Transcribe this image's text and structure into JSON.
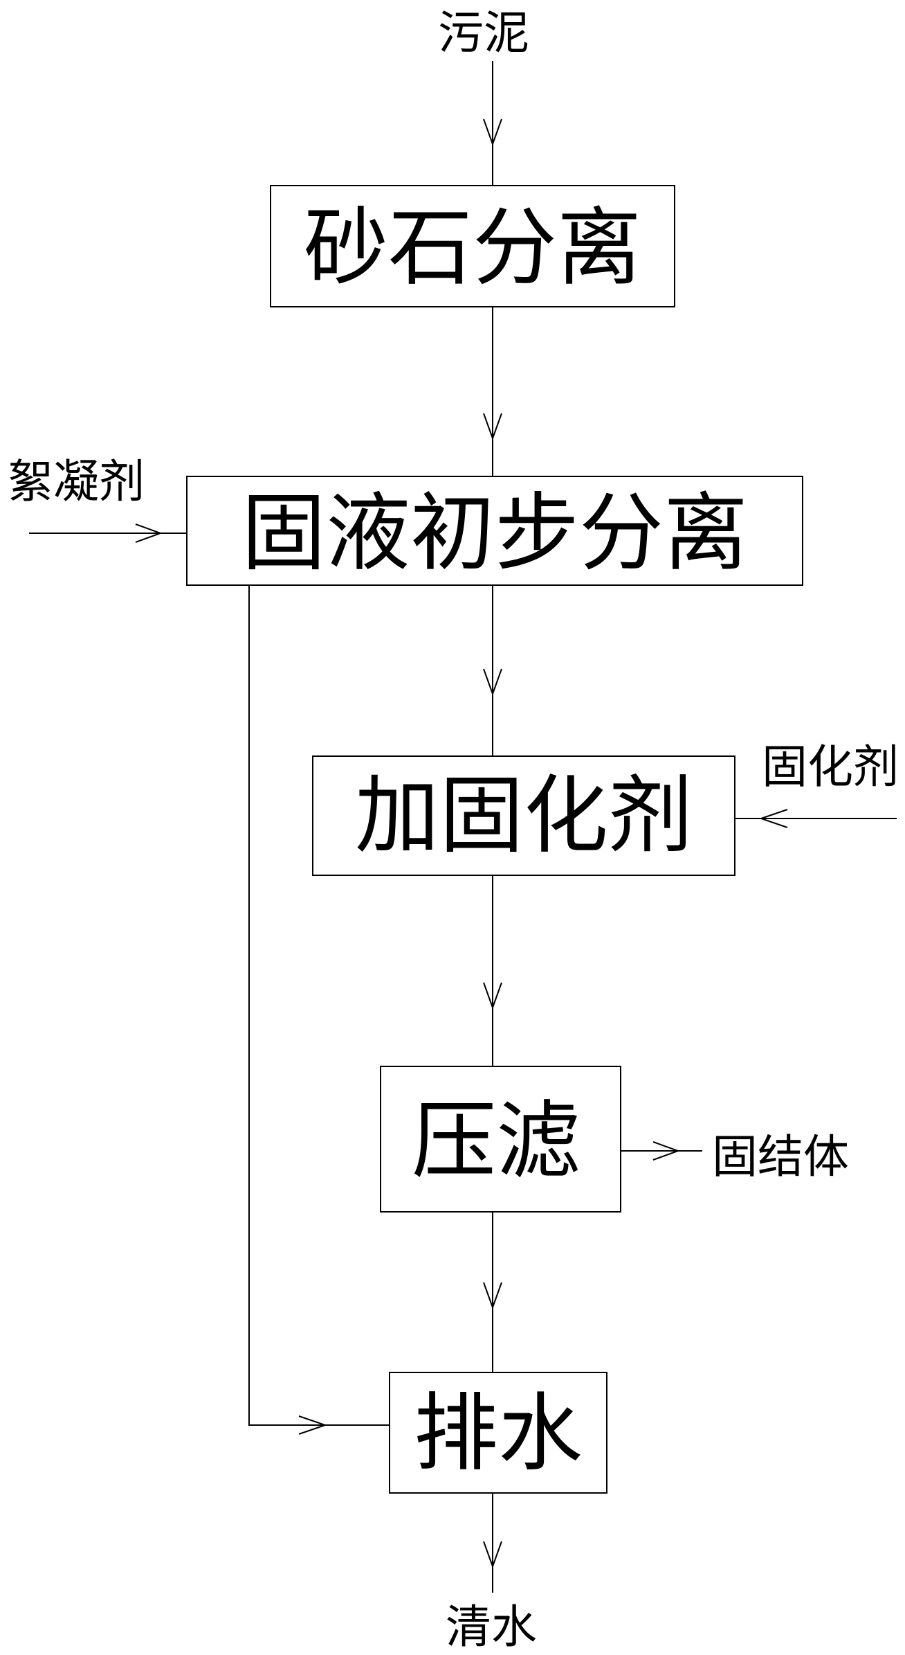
{
  "flow": {
    "input_label": "污泥",
    "steps": [
      "砂石分离",
      "固液初步分离",
      "加固化剂",
      "压滤",
      "排水"
    ],
    "flocculant_label": "絮凝剂",
    "curing_agent_label": "固化剂",
    "solid_output_label": "固结体",
    "output_label": "清水"
  }
}
